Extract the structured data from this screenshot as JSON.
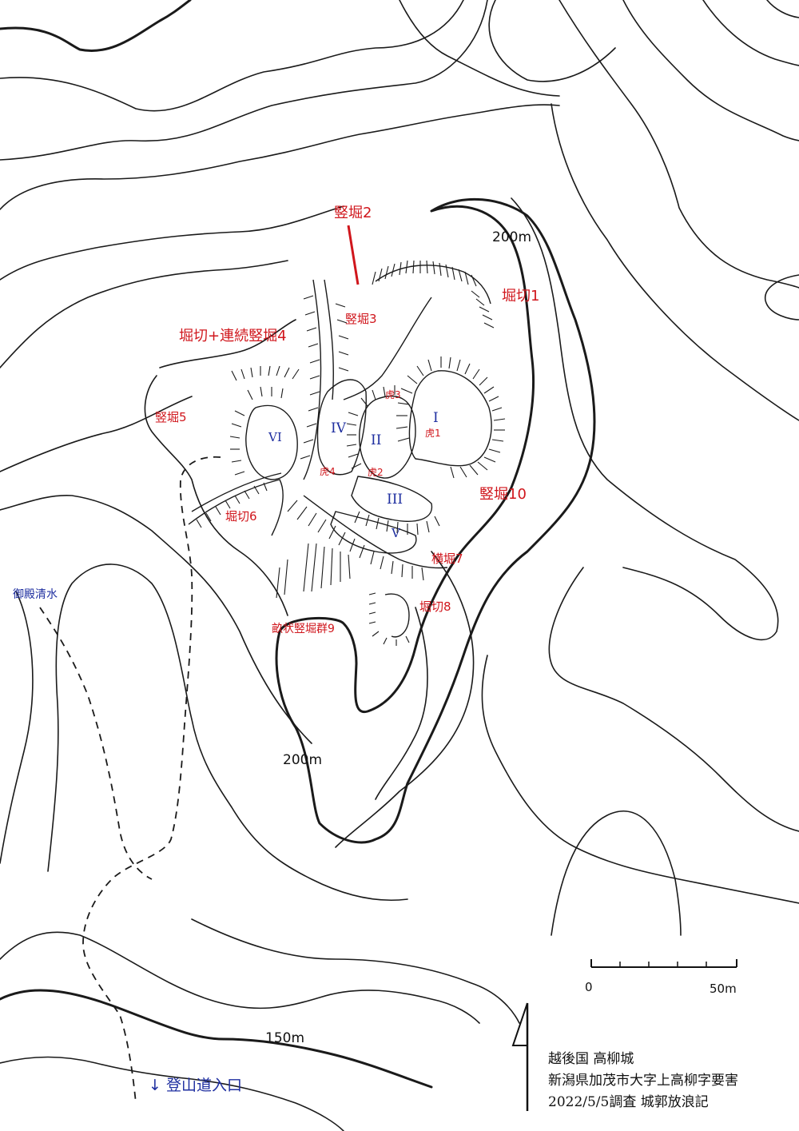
{
  "contour_labels": {
    "top": "200m",
    "bottom": "200m",
    "lower": "150m"
  },
  "features": {
    "tatebori2": "竪堀2",
    "horikiri1": "堀切1",
    "tatebori3": "竪堀3",
    "horikiri_renzoku4": "堀切+連続竪堀4",
    "tatebori5": "竪堀5",
    "horikiri6": "堀切6",
    "tatebori10": "竪堀10",
    "yokobori7": "横堀7",
    "horikiri8": "堀切8",
    "unejo9": "畝状竪堀群9",
    "koguchi1": "虎1",
    "koguchi2": "虎2",
    "koguchi3": "虎3",
    "koguchi4": "虎4"
  },
  "enclosures": {
    "I": "I",
    "II": "II",
    "III": "III",
    "IV": "IV",
    "V": "V",
    "VI": "VI"
  },
  "places": {
    "spring": "御殿清水",
    "trailhead": "↓ 登山道入口"
  },
  "scale": {
    "zero": "0",
    "end": "50m"
  },
  "notes": {
    "line1": "越後国 高柳城",
    "line2": "新潟県加茂市大字上高柳字要害",
    "line3": "2022/5/5調査 城郭放浪記"
  },
  "colors": {
    "feature_label": "#d0161c",
    "enclosure_label": "#1f2fa0",
    "contour": "#1a1a1a"
  }
}
